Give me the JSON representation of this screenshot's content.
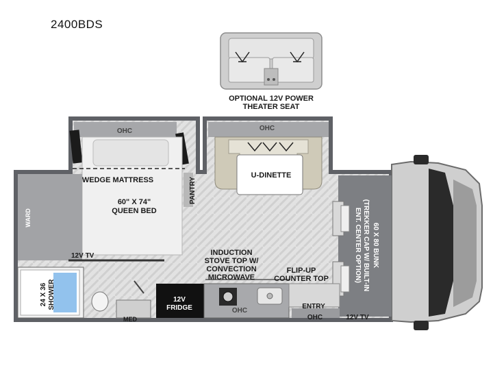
{
  "model": "2400BDS",
  "option": {
    "line1": "OPTIONAL 12V POWER",
    "line2": "THEATER SEAT"
  },
  "labels": {
    "ohc_bed": "OHC",
    "ohc_dinette": "OHC",
    "ohc_galley": "OHC",
    "ohc_entry": "OHC",
    "wedge_mattress": "WEDGE MATTRESS",
    "bed_size": "60\" X 74\"",
    "bed_name": "QUEEN BED",
    "pantry": "PANTRY",
    "dinette": "U-DINETTE",
    "wardrobe": "WARD",
    "tv_bedroom": "12V TV",
    "tv_cab": "12V TV",
    "stove_1": "INDUCTION",
    "stove_2": "STOVE TOP W/",
    "stove_3": "CONVECTION",
    "stove_4": "MICROWAVE",
    "counter_1": "FLIP-UP",
    "counter_2": "COUNTER TOP",
    "shower_1": "24 X 36",
    "shower_2": "SHOWER",
    "fridge_1": "12V",
    "fridge_2": "FRIDGE",
    "entry": "ENTRY",
    "med": "MED",
    "bunk_1": "60 X 80 BUNK",
    "bunk_2": "(TREKKER CAP W/ BUILT-IN",
    "bunk_3": "ENT. CENTER OPTION)"
  },
  "colors": {
    "wall": "#5f6166",
    "floor": "#e4e4e4",
    "cabinet": "#9fa0a3",
    "fridge": "#111111",
    "window": "#1b1b1b",
    "shower_water": "#7fb7ea"
  }
}
